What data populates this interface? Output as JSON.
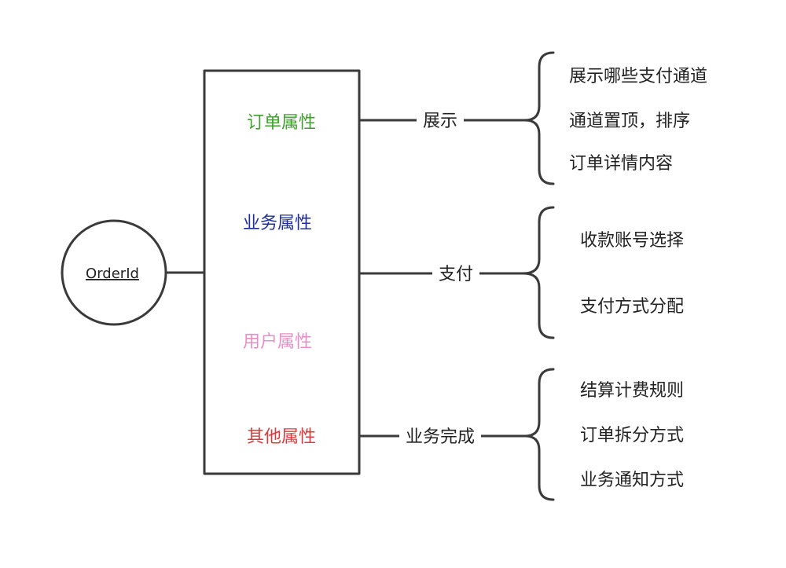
{
  "root_node": {
    "label": "OrderId"
  },
  "attributes": [
    {
      "label": "订单属性",
      "color": "#3f9f2f"
    },
    {
      "label": "业务属性",
      "color": "#1f2e9a"
    },
    {
      "label": "用户属性",
      "color": "#e68fc8"
    },
    {
      "label": "其他属性",
      "color": "#e0393b"
    }
  ],
  "branches": [
    {
      "edge_label": "展示",
      "items": [
        "展示哪些支付通道",
        "通道置顶，排序",
        "订单详情内容"
      ]
    },
    {
      "edge_label": "支付",
      "items": [
        "收款账号选择",
        "支付方式分配"
      ]
    },
    {
      "edge_label": "业务完成",
      "items": [
        "结算计费规则",
        "订单拆分方式",
        "业务通知方式"
      ]
    }
  ]
}
